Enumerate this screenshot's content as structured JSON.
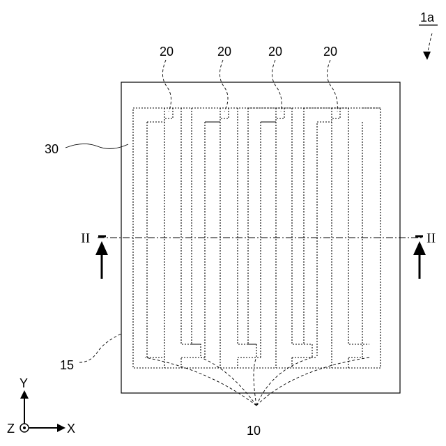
{
  "figure": {
    "reference_label": "1a",
    "finger_label": "20",
    "substrate_label": "30",
    "border_label": "15",
    "electrode_label": "10",
    "section_label": "II",
    "axes": {
      "y": "Y",
      "z": "Z",
      "x": "X"
    }
  }
}
